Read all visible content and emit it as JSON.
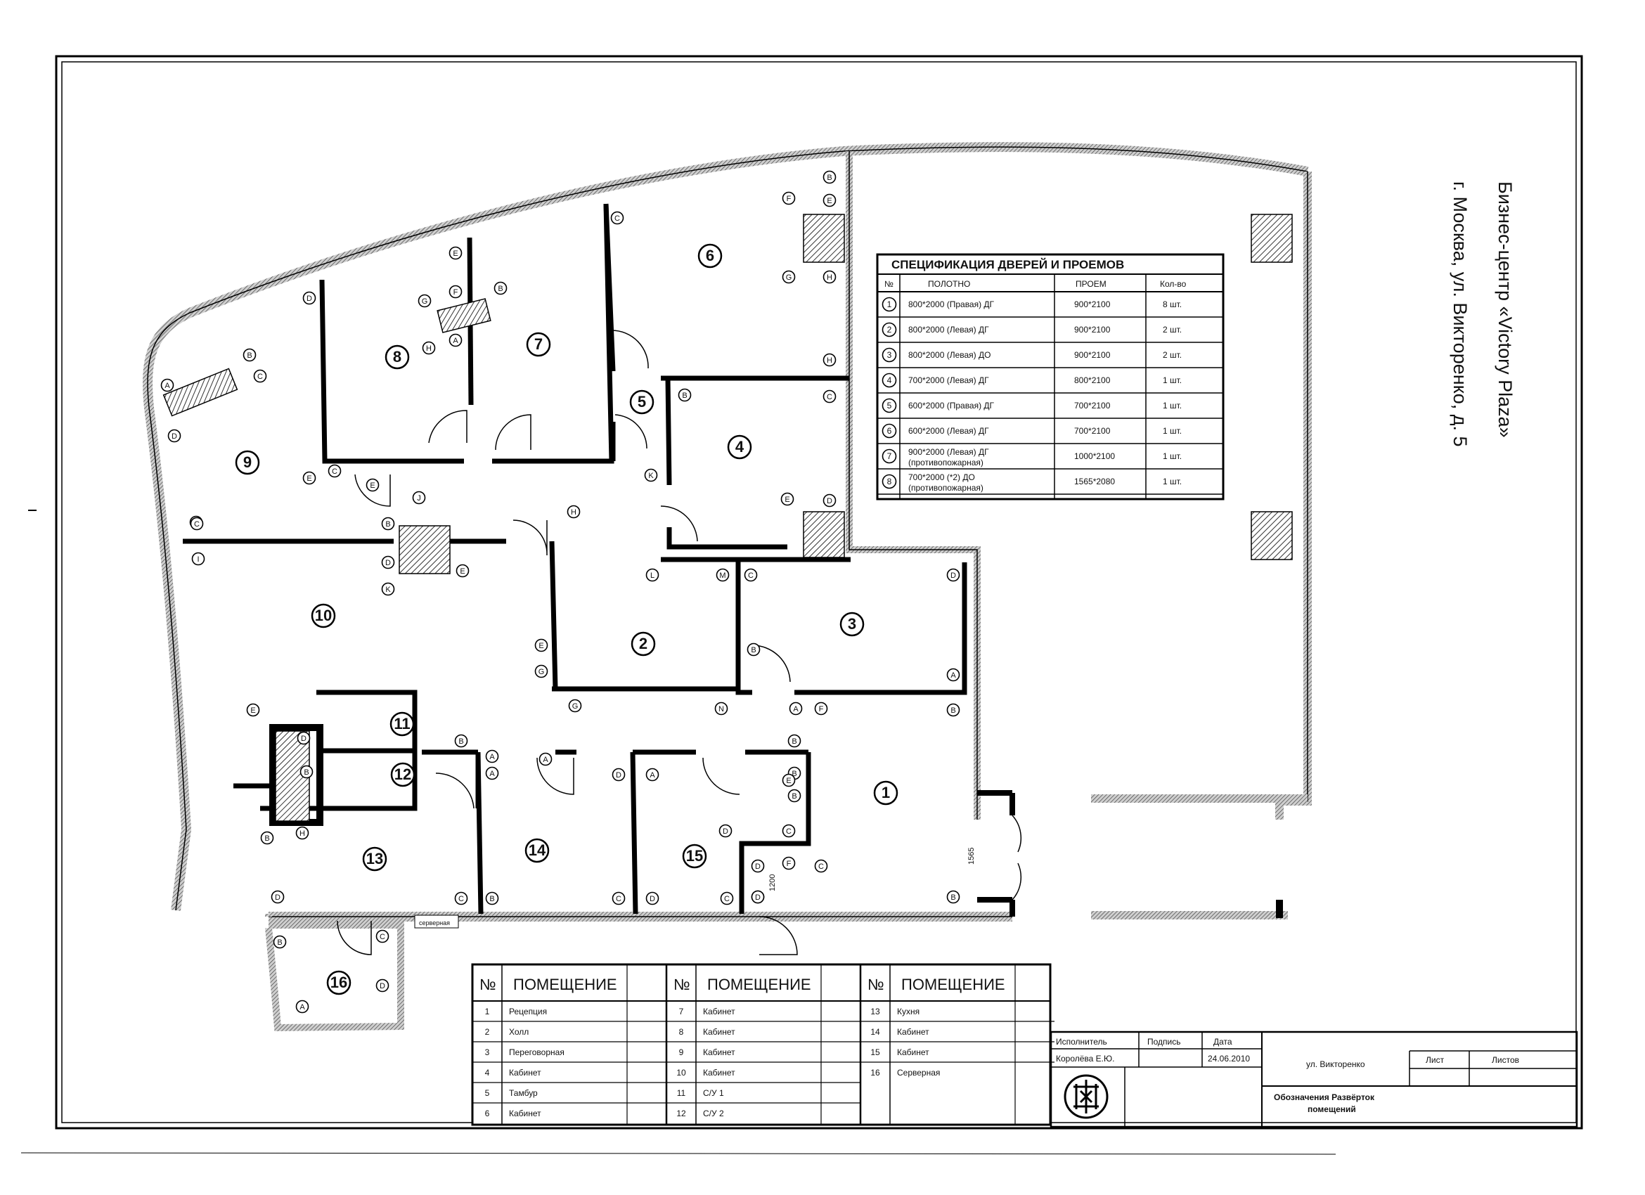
{
  "building_title": "Бизнес-центр «Victory Plaza»",
  "building_address": "г. Москва, ул. Викторенко, д. 5",
  "door_spec": {
    "title": "СПЕЦИФИКАЦИЯ ДВЕРЕЙ И ПРОЕМОВ",
    "headers": [
      "№",
      "ПОЛОТНО",
      "ПРОЕМ",
      "Кол-во"
    ],
    "rows": [
      {
        "n": "1",
        "leaf": "800*2000 (Правая) ДГ",
        "leaf2": "",
        "opening": "900*2100",
        "qty": "8 шт."
      },
      {
        "n": "2",
        "leaf": "800*2000 (Левая) ДГ",
        "leaf2": "",
        "opening": "900*2100",
        "qty": "2 шт."
      },
      {
        "n": "3",
        "leaf": "800*2000 (Левая) ДО",
        "leaf2": "",
        "opening": "900*2100",
        "qty": "2 шт."
      },
      {
        "n": "4",
        "leaf": "700*2000 (Левая) ДГ",
        "leaf2": "",
        "opening": "800*2100",
        "qty": "1 шт."
      },
      {
        "n": "5",
        "leaf": "600*2000 (Правая) ДГ",
        "leaf2": "",
        "opening": "700*2100",
        "qty": "1 шт."
      },
      {
        "n": "6",
        "leaf": "600*2000 (Левая) ДГ",
        "leaf2": "",
        "opening": "700*2100",
        "qty": "1 шт."
      },
      {
        "n": "7",
        "leaf": "900*2000 (Левая) ДГ",
        "leaf2": "(противопожарная)",
        "opening": "1000*2100",
        "qty": "1 шт."
      },
      {
        "n": "8",
        "leaf": "700*2000 (*2) ДО",
        "leaf2": "(противопожарная)",
        "opening": "1565*2080",
        "qty": "1 шт."
      }
    ]
  },
  "room_table": {
    "col_no": "№",
    "col_room": "ПОМЕЩЕНИЕ",
    "rows": [
      {
        "n": "1",
        "name": "Рецепция"
      },
      {
        "n": "2",
        "name": "Холл"
      },
      {
        "n": "3",
        "name": "Переговорная"
      },
      {
        "n": "4",
        "name": "Кабинет"
      },
      {
        "n": "5",
        "name": "Тамбур"
      },
      {
        "n": "6",
        "name": "Кабинет"
      },
      {
        "n": "7",
        "name": "Кабинет"
      },
      {
        "n": "8",
        "name": "Кабинет"
      },
      {
        "n": "9",
        "name": "Кабинет"
      },
      {
        "n": "10",
        "name": "Кабинет"
      },
      {
        "n": "11",
        "name": "С/У 1"
      },
      {
        "n": "12",
        "name": "С/У 2"
      },
      {
        "n": "13",
        "name": "Кухня"
      },
      {
        "n": "14",
        "name": "Кабинет"
      },
      {
        "n": "15",
        "name": "Кабинет"
      },
      {
        "n": "16",
        "name": "Серверная"
      }
    ]
  },
  "title_block": {
    "executor_label": "Исполнитель",
    "signature_label": "Подпись",
    "date_label": "Дата",
    "executor_name": "Королёва Е.Ю.",
    "date_value": "24.06.2010",
    "street": "ул. Викторенко",
    "sheet_label": "Лист",
    "sheets_label": "Листов",
    "drawing_name_1": "Обозначения Развёрток",
    "drawing_name_2": "помещений"
  },
  "plan": {
    "room_labels": [
      "1",
      "2",
      "3",
      "4",
      "5",
      "6",
      "7",
      "8",
      "9",
      "10",
      "11",
      "12",
      "13",
      "14",
      "15",
      "16"
    ],
    "dim_1565": "1565",
    "dim_1200": "1200",
    "server_tag": "серверная",
    "wall_marks": {
      "r6": [
        "B",
        "E",
        "F",
        "G",
        "H",
        "H",
        "C"
      ],
      "r8": [
        "D",
        "E",
        "F",
        "G",
        "H",
        "A",
        "C",
        "E",
        "B"
      ],
      "r9": [
        "A",
        "B",
        "C",
        "D",
        "E",
        "E"
      ],
      "r10": [
        "C",
        "I",
        "B",
        "J",
        "K",
        "D",
        "E",
        "H"
      ],
      "r2": [
        "L",
        "M",
        "C",
        "G",
        "G",
        "E"
      ],
      "r3": [
        "D",
        "A",
        "B",
        "A",
        "F",
        "N"
      ],
      "r1": [
        "B",
        "B",
        "B",
        "C",
        "D",
        "D",
        "B"
      ],
      "r13": [
        "D",
        "C",
        "A",
        "B",
        "D",
        "B",
        "E",
        "H",
        "B"
      ],
      "r14": [
        "A",
        "B",
        "C",
        "D",
        "A"
      ],
      "r15": [
        "A",
        "D",
        "C",
        "D",
        "F",
        "E",
        "B",
        "C",
        "D"
      ],
      "r16": [
        "A",
        "B",
        "C",
        "D"
      ],
      "r4": [
        "B",
        "C",
        "D",
        "E",
        "K"
      ]
    }
  }
}
